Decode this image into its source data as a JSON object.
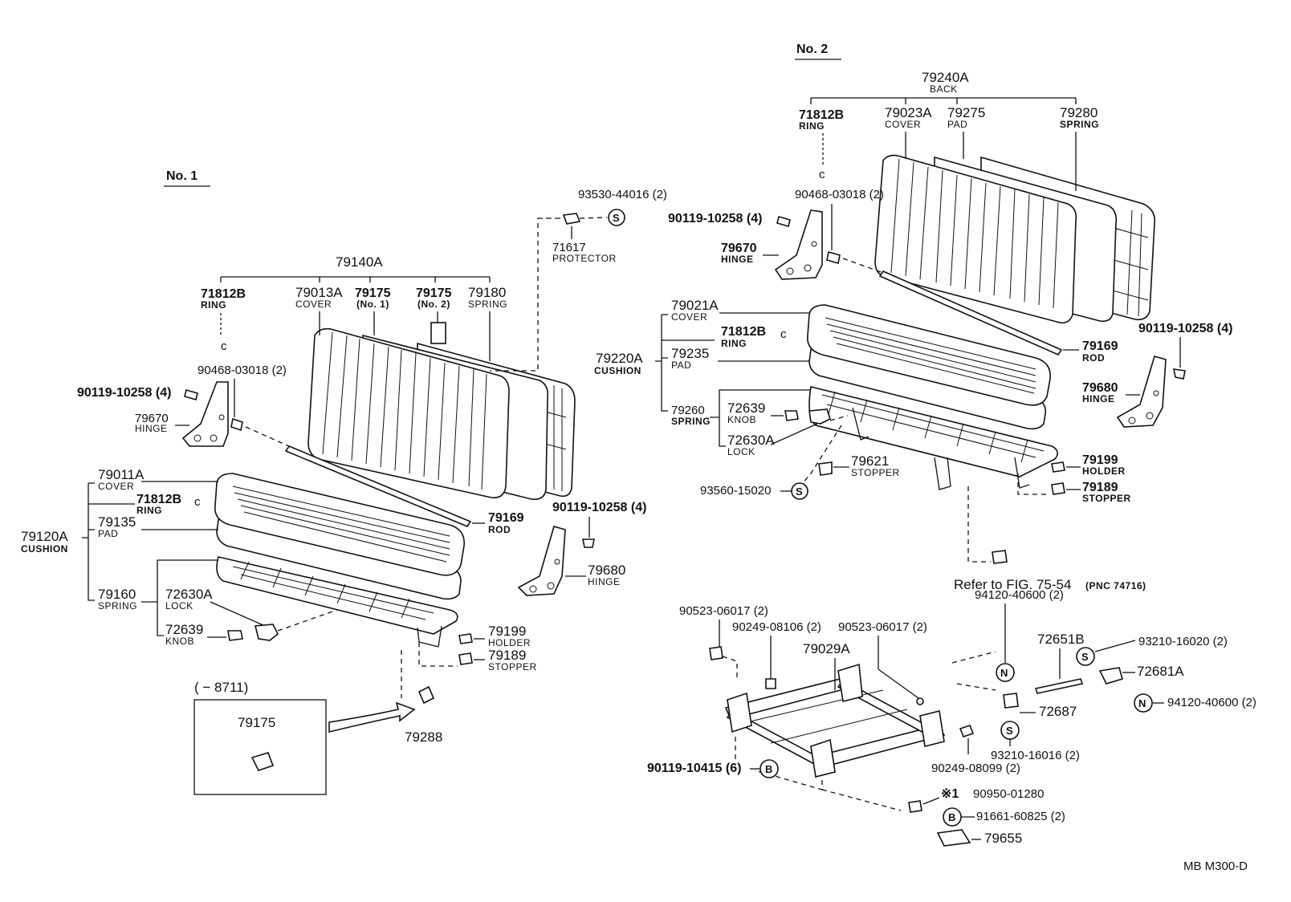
{
  "sections": {
    "no1": "No. 1",
    "no2": "No. 2"
  },
  "no1": {
    "back_assy": "79140A",
    "ring1": {
      "pn": "71812B",
      "name": "RING"
    },
    "cover": {
      "pn": "79013A",
      "name": "COVER"
    },
    "pad1": {
      "pn": "79175",
      "name": "(No. 1)"
    },
    "pad2": {
      "pn": "79175",
      "name": "(No. 2)"
    },
    "spring": {
      "pn": "79180",
      "name": "SPRING"
    },
    "protector_bolt": "93530-44016 (2)",
    "protector": {
      "pn": "71617",
      "name": "PROTECTOR"
    },
    "pin": "90468-03018 (2)",
    "bolt_l": "90119-10258 (4)",
    "hinge_l": {
      "pn": "79670",
      "name": "HINGE"
    },
    "cushion": {
      "pn": "79120A",
      "name": "CUSHION"
    },
    "cushion_cover": {
      "pn": "79011A",
      "name": "COVER"
    },
    "ring2": {
      "pn": "71812B",
      "name": "RING"
    },
    "cushion_pad": {
      "pn": "79135",
      "name": "PAD"
    },
    "cushion_spring": {
      "pn": "79160",
      "name": "SPRING"
    },
    "lock": {
      "pn": "72630A",
      "name": "LOCK"
    },
    "knob": {
      "pn": "72639",
      "name": "KNOB"
    },
    "rod": {
      "pn": "79169",
      "name": "ROD"
    },
    "bolt_r": "90119-10258 (4)",
    "hinge_r": {
      "pn": "79680",
      "name": "HINGE"
    },
    "holder": {
      "pn": "79199",
      "name": "HOLDER"
    },
    "stopper": {
      "pn": "79189",
      "name": "STOPPER"
    },
    "inset_range": "(      − 8711)",
    "inset_part": "79175",
    "plug": "79288"
  },
  "no2": {
    "back_assy": {
      "pn": "79240A",
      "name": "BACK"
    },
    "ring1": {
      "pn": "71812B",
      "name": "RING"
    },
    "cover": {
      "pn": "79023A",
      "name": "COVER"
    },
    "pad": {
      "pn": "79275",
      "name": "PAD"
    },
    "spring": {
      "pn": "79280",
      "name": "SPRING"
    },
    "pin": "90468-03018 (2)",
    "bolt_l": "90119-10258 (4)",
    "hinge_l": {
      "pn": "79670",
      "name": "HINGE"
    },
    "cushion": {
      "pn": "79220A",
      "name": "CUSHION"
    },
    "cushion_cover": {
      "pn": "79021A",
      "name": "COVER"
    },
    "ring2": {
      "pn": "71812B",
      "name": "RING"
    },
    "cushion_pad": {
      "pn": "79235",
      "name": "PAD"
    },
    "cushion_spring": {
      "pn": "79260",
      "name": "SPRING"
    },
    "knob": {
      "pn": "72639",
      "name": "KNOB"
    },
    "lock": {
      "pn": "72630A",
      "name": "LOCK"
    },
    "stopper_a": {
      "pn": "79621",
      "name": "STOPPER"
    },
    "stopper_bolt": "93560-15020",
    "rod": {
      "pn": "79169",
      "name": "ROD"
    },
    "bolt_r": "90119-10258 (4)",
    "hinge_r": {
      "pn": "79680",
      "name": "HINGE"
    },
    "holder": {
      "pn": "79199",
      "name": "HOLDER"
    },
    "stopper": {
      "pn": "79189",
      "name": "STOPPER"
    },
    "refer": "Refer to FIG. 75-54",
    "refer_pnc": "(PNC 74716)"
  },
  "frame": {
    "nut_a": "94120-40600 (2)",
    "bolt_a": "90523-06017 (2)",
    "bolt_b": "90249-08106 (2)",
    "bolt_c": "90523-06017 (2)",
    "leg": "79029A",
    "rod": "72651B",
    "bolt_d": "93210-16020 (2)",
    "latch": "72681A",
    "nut_b": "94120-40600 (2)",
    "collar": "72687",
    "bolt_e": "93210-16016 (2)",
    "bolt_f": "90119-10415 (6)",
    "bolt_g": "90249-08099 (2)",
    "grommet": "90950-01280",
    "bolt_h": "91661-60825 (2)",
    "plate": "79655",
    "mark_star": "※1"
  },
  "symbols": {
    "s": "S",
    "n": "N",
    "b": "B"
  },
  "footer": "MB  M300-D"
}
